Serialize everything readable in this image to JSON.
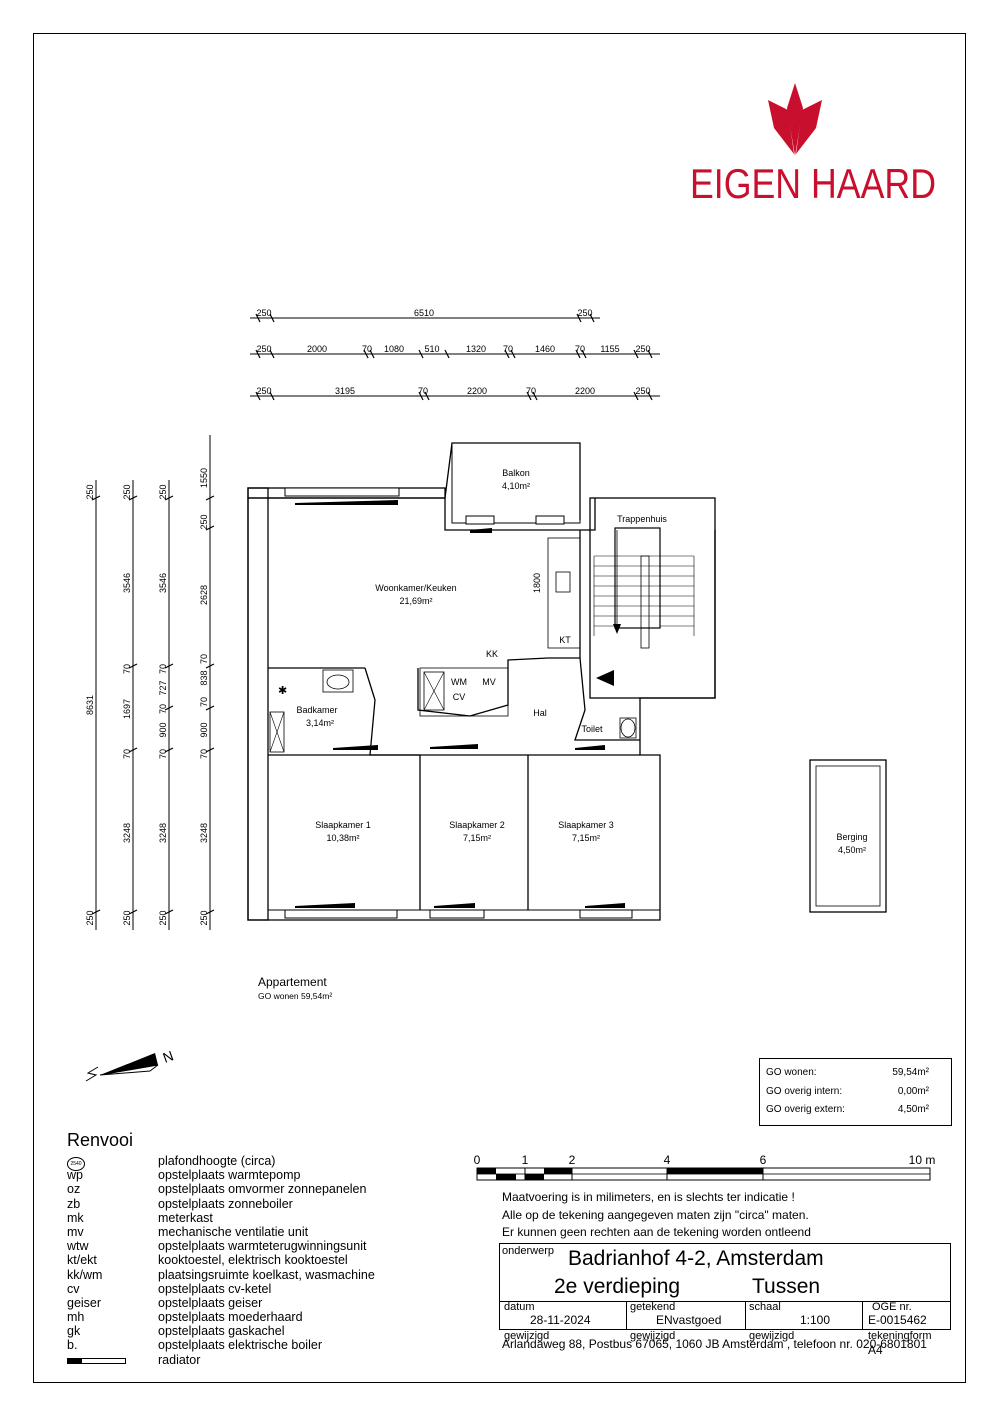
{
  "brand": {
    "name": "EIGEN HAARD",
    "color": "#c8102e"
  },
  "dimensions": {
    "top_row1": [
      "250",
      "6510",
      "250"
    ],
    "top_row2": [
      "250",
      "2000",
      "70",
      "1080",
      "510",
      "1320",
      "70",
      "1460",
      "70",
      "1155",
      "250"
    ],
    "top_row3": [
      "250",
      "3195",
      "70",
      "2200",
      "70",
      "2200",
      "250"
    ],
    "left_col1": [
      "250",
      "8631",
      "250"
    ],
    "left_col2": [
      "250",
      "3546",
      "70",
      "1697",
      "70",
      "3248",
      "250"
    ],
    "left_col3": [
      "250",
      "3546",
      "70",
      "727",
      "70",
      "900",
      "70",
      "3248",
      "250"
    ],
    "left_col4": [
      "1550",
      "250",
      "2628",
      "70",
      "838",
      "70",
      "900",
      "70",
      "3248",
      "250"
    ],
    "kitchen_dim": "1800"
  },
  "rooms": {
    "balkon": {
      "name": "Balkon",
      "area": "4,10m²"
    },
    "trappenhuis": {
      "name": "Trappenhuis"
    },
    "woonkamer": {
      "name": "Woonkamer/Keuken",
      "area": "21,69m²"
    },
    "kt": "KT",
    "kk": "KK",
    "wm": "WM",
    "mv": "MV",
    "cv": "CV",
    "badkamer": {
      "name": "Badkamer",
      "area": "3,14m²"
    },
    "hal": "Hal",
    "toilet": "Toilet",
    "slaap1": {
      "name": "Slaapkamer 1",
      "area": "10,38m²"
    },
    "slaap2": {
      "name": "Slaapkamer 2",
      "area": "7,15m²"
    },
    "slaap3": {
      "name": "Slaapkamer 3",
      "area": "7,15m²"
    },
    "berging": {
      "name": "Berging",
      "area": "4,50m²"
    }
  },
  "apartment": {
    "title": "Appartement",
    "subtitle": "GO wonen 59,54m²"
  },
  "compass": {
    "label": "N"
  },
  "summary": [
    {
      "label": "GO wonen:",
      "value": "59,54m²"
    },
    {
      "label": "GO overig intern:",
      "value": "0,00m²"
    },
    {
      "label": "GO overig extern:",
      "value": "4,50m²"
    }
  ],
  "scale_bar": {
    "labels": [
      "0",
      "1",
      "2",
      "4",
      "6",
      "10  m"
    ]
  },
  "renvooi": {
    "title": "Renvooi",
    "items": [
      {
        "key": "",
        "desc": "plafondhoogte (circa)",
        "symbol": "2540"
      },
      {
        "key": "wp",
        "desc": "opstelplaats warmtepomp"
      },
      {
        "key": "oz",
        "desc": "opstelplaats omvormer zonnepanelen"
      },
      {
        "key": "zb",
        "desc": "opstelplaats zonneboiler"
      },
      {
        "key": "mk",
        "desc": "meterkast"
      },
      {
        "key": "mv",
        "desc": "mechanische ventilatie unit"
      },
      {
        "key": "wtw",
        "desc": "opstelplaats warmteterugwinningsunit"
      },
      {
        "key": "kt/ekt",
        "desc": "kooktoestel, elektrisch kooktoestel"
      },
      {
        "key": "kk/wm",
        "desc": "plaatsingsruimte koelkast, wasmachine"
      },
      {
        "key": "cv",
        "desc": "opstelplaats cv-ketel"
      },
      {
        "key": "geiser",
        "desc": "opstelplaats geiser"
      },
      {
        "key": "mh",
        "desc": "opstelplaats moederhaard"
      },
      {
        "key": "gk",
        "desc": "opstelplaats gaskachel"
      },
      {
        "key": "b.",
        "desc": "opstelplaats elektrische boiler"
      },
      {
        "key": "",
        "desc": "radiator"
      }
    ]
  },
  "notes": [
    "Maatvoering is in milimeters, en is slechts ter indicatie !",
    "Alle op de tekening aangegeven maten zijn \"circa\" maten.",
    "Er kunnen geen rechten aan de tekening worden ontleend"
  ],
  "titleblock": {
    "onderwerp_label": "onderwerp",
    "address": "Badrianhof 4-2, Amsterdam",
    "floor": "2e verdieping",
    "type": "Tussen",
    "datum_label": "datum",
    "datum": "28-11-2024",
    "getekend_label": "getekend",
    "getekend": "ENvastgoed",
    "schaal_label": "schaal",
    "schaal": "1:100",
    "oge_label": "OGE nr.",
    "oge": "E-0015462",
    "gewijzigd1": "gewijzigd",
    "gewijzigd2": "gewijzigd",
    "gewijzigd3": "gewijzigd",
    "tekeningform_label": "tekeningform",
    "tekeningform": "A4"
  },
  "footer": "Arlandaweg 88, Postbus 67065, 1060 JB Amsterdam , telefoon nr. 020-6801801"
}
